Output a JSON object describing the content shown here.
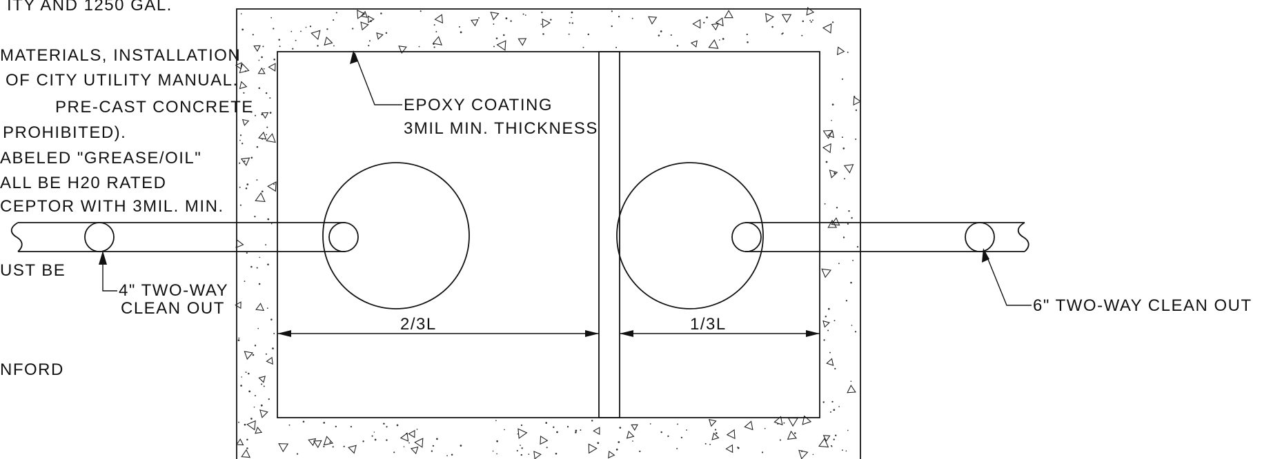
{
  "notes": {
    "line1": "ITY AND 1250 GAL.",
    "line2": "MATERIALS, INSTALLATION",
    "line3": "OF CITY UTILITY MANUAL.",
    "line4": "PRE-CAST CONCRETE",
    "line5": "PROHIBITED).",
    "line6": "ABELED \"GREASE/OIL\"",
    "line7": "ALL BE H20 RATED",
    "line8": "CEPTOR WITH 3MIL. MIN.",
    "line9": "UST BE",
    "line10": "NFORD"
  },
  "labels": {
    "coating_line1": "EPOXY COATING",
    "coating_line2": "3MIL MIN. THICKNESS",
    "cleanout_4_line1": "4\" TWO-WAY",
    "cleanout_4_line2": "CLEAN OUT",
    "cleanout_6": "6\" TWO-WAY CLEAN OUT",
    "dim_left": "2/3L",
    "dim_right": "1/3L"
  },
  "colors": {
    "line": "#111111",
    "background": "#ffffff"
  }
}
